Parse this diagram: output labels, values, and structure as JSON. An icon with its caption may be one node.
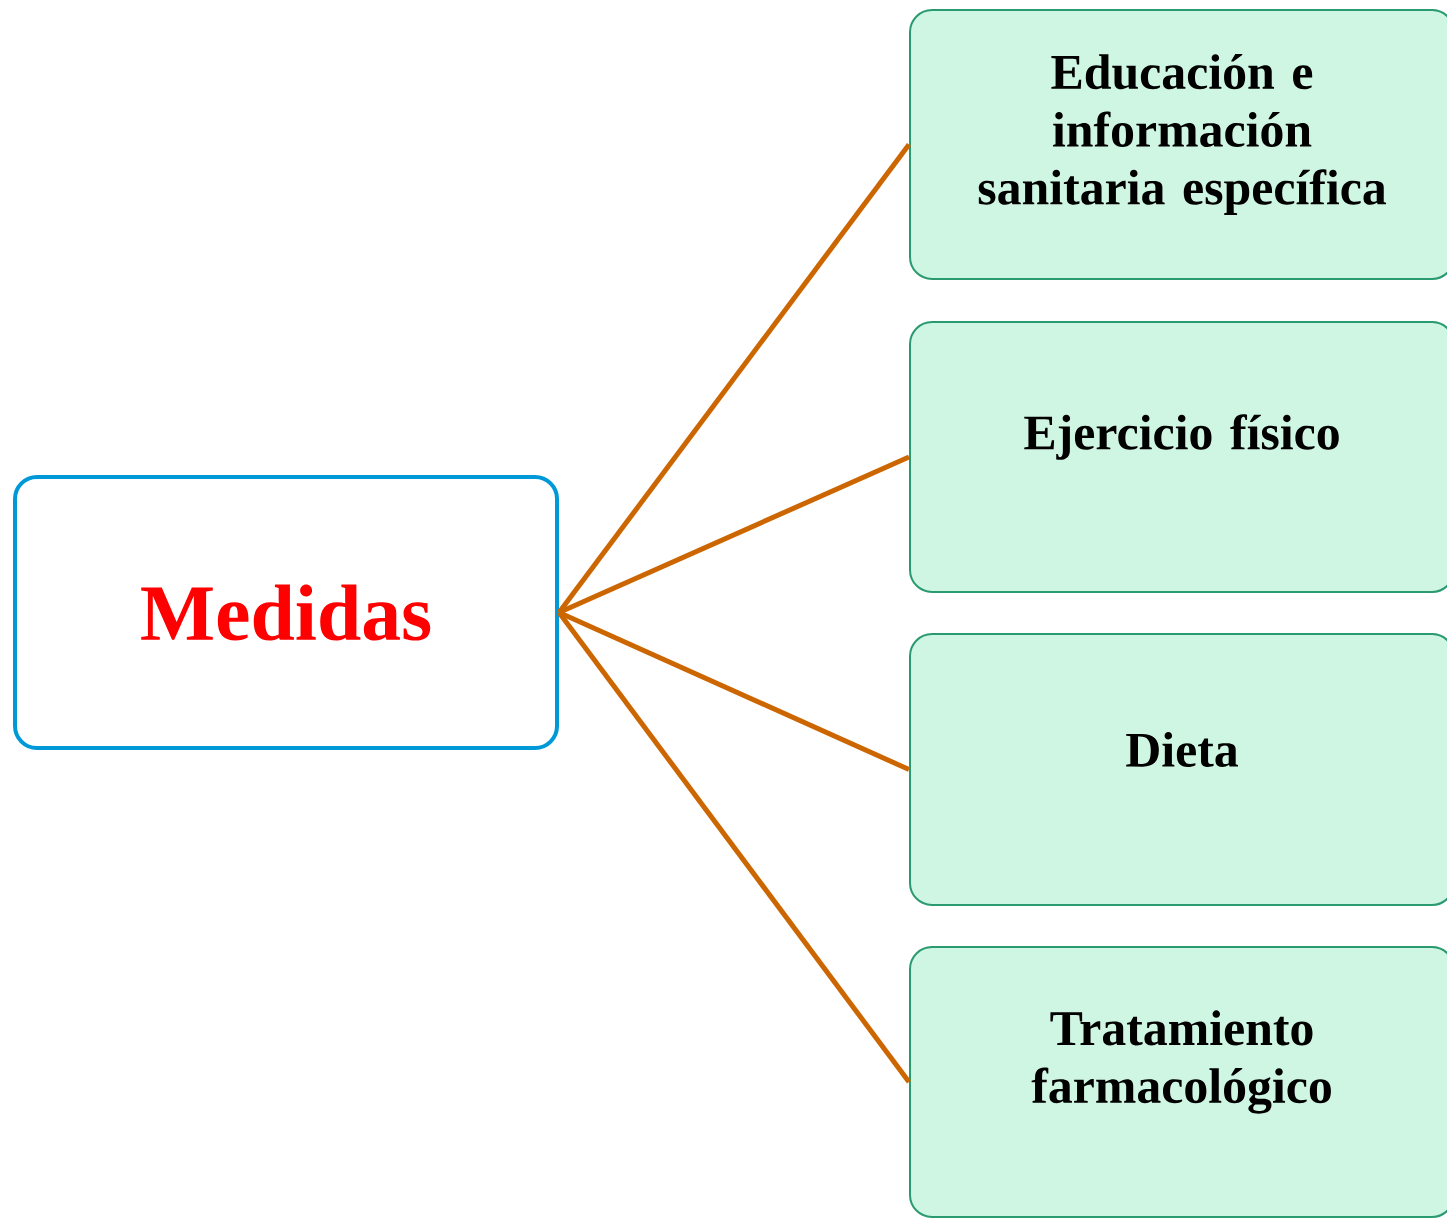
{
  "diagram": {
    "nodes": [
      {
        "text": [
          "Medidas"
        ]
      },
      {
        "text": [
          "Educación e información sanitaria específica"
        ]
      },
      {
        "text": [
          "Ejercicio físico"
        ]
      },
      {
        "text": [
          "Dieta"
        ]
      },
      {
        "text": [
          "Tratamiento farmacológico"
        ]
      }
    ],
    "edges": [
      {
        "from": 0,
        "to": 1,
        "arrow": "none"
      },
      {
        "from": 0,
        "to": 2,
        "arrow": "none"
      },
      {
        "from": 0,
        "to": 3,
        "arrow": "none"
      },
      {
        "from": 0,
        "to": 4,
        "arrow": "none"
      }
    ]
  }
}
